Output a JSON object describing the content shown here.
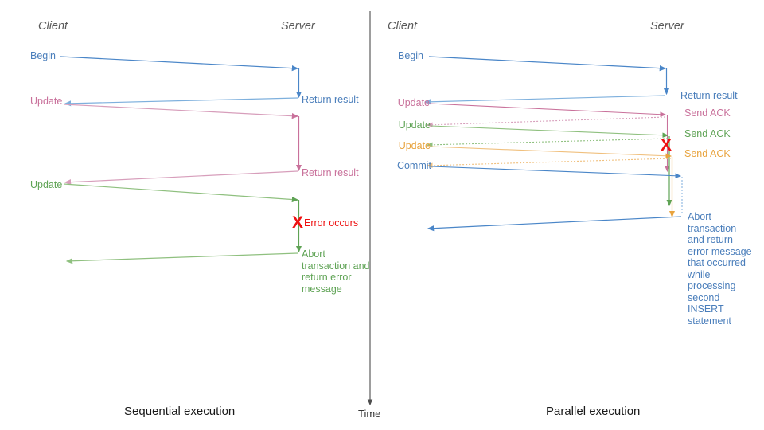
{
  "figure": {
    "title_left": "Sequential execution",
    "title_right": "Parallel execution",
    "time_axis_label": "Time"
  },
  "colors": {
    "blue": "#4a86c8",
    "blue_text": "#4a7ebb",
    "pink": "#c9719b",
    "green": "#5fa355",
    "green_light": "#8fc07f",
    "orange": "#e8a33d",
    "red": "#ee1111",
    "gray_header": "#595959",
    "black": "#1a1a1a",
    "divider": "#4d4d4d"
  },
  "left_panel": {
    "lane_client": "Client",
    "lane_server": "Server",
    "messages": [
      {
        "label": "Begin",
        "color": "blue"
      },
      {
        "label": "Return result",
        "color": "blue"
      },
      {
        "label": "Update",
        "color": "pink"
      },
      {
        "label": "Return result",
        "color": "pink"
      },
      {
        "label": "Update",
        "color": "green"
      }
    ],
    "error": {
      "marker": "X",
      "text": "Error occurs"
    },
    "abort_block": "Abort transaction and return error message"
  },
  "right_panel": {
    "lane_client": "Client",
    "lane_server": "Server",
    "messages": [
      {
        "label": "Begin",
        "color": "blue"
      },
      {
        "label": "Return result",
        "color": "blue"
      },
      {
        "label": "Update",
        "color": "pink"
      },
      {
        "label": "Send ACK",
        "color": "pink"
      },
      {
        "label": "Update",
        "color": "green"
      },
      {
        "label": "Send ACK",
        "color": "green"
      },
      {
        "label": "Update",
        "color": "orange"
      },
      {
        "label": "Send ACK",
        "color": "orange"
      },
      {
        "label": "Commit",
        "color": "blue"
      }
    ],
    "error": {
      "marker": "X"
    },
    "abort_block": "Abort transaction and return error message that occurred while processing second INSERT statement"
  }
}
